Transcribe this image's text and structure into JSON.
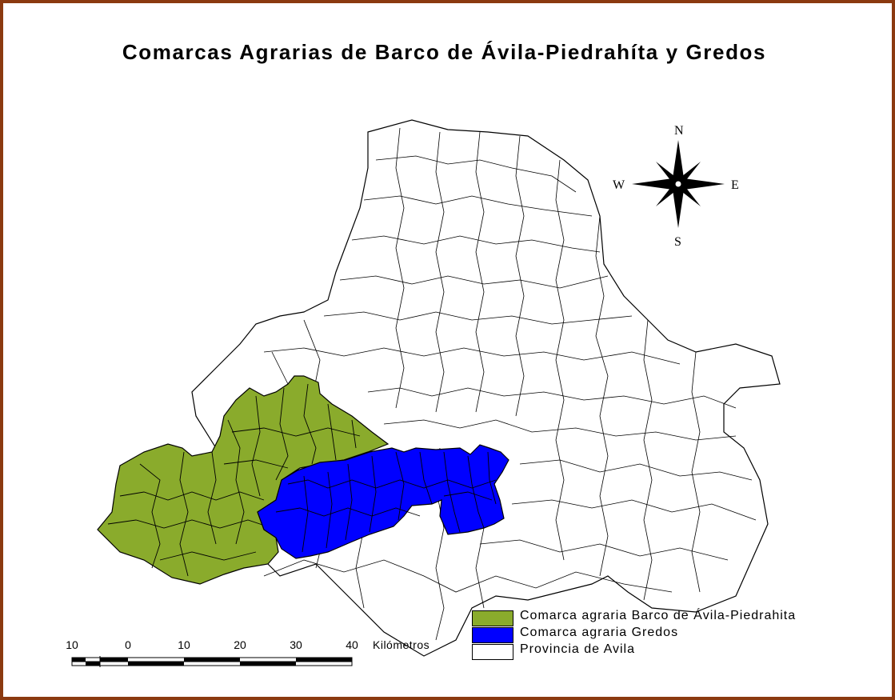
{
  "title": "Comarcas Agrarias de Barco de Ávila-Piedrahíta y Gredos",
  "compass": {
    "north": "N",
    "south": "S",
    "east": "E",
    "west": "W"
  },
  "legend": [
    {
      "label": "Comarca agraria Barco de Ávila-Piedrahita",
      "color": "#8aab2c"
    },
    {
      "label": "Comarca agraria Gredos",
      "color": "#0000ff"
    },
    {
      "label": "Provincia de Avila",
      "color": "#ffffff"
    }
  ],
  "scale_bar": {
    "ticks": [
      "10",
      "0",
      "10",
      "20",
      "30",
      "40"
    ],
    "unit": "Kilómetros"
  },
  "colors": {
    "frame": "#8b3a10",
    "outline": "#000000"
  }
}
